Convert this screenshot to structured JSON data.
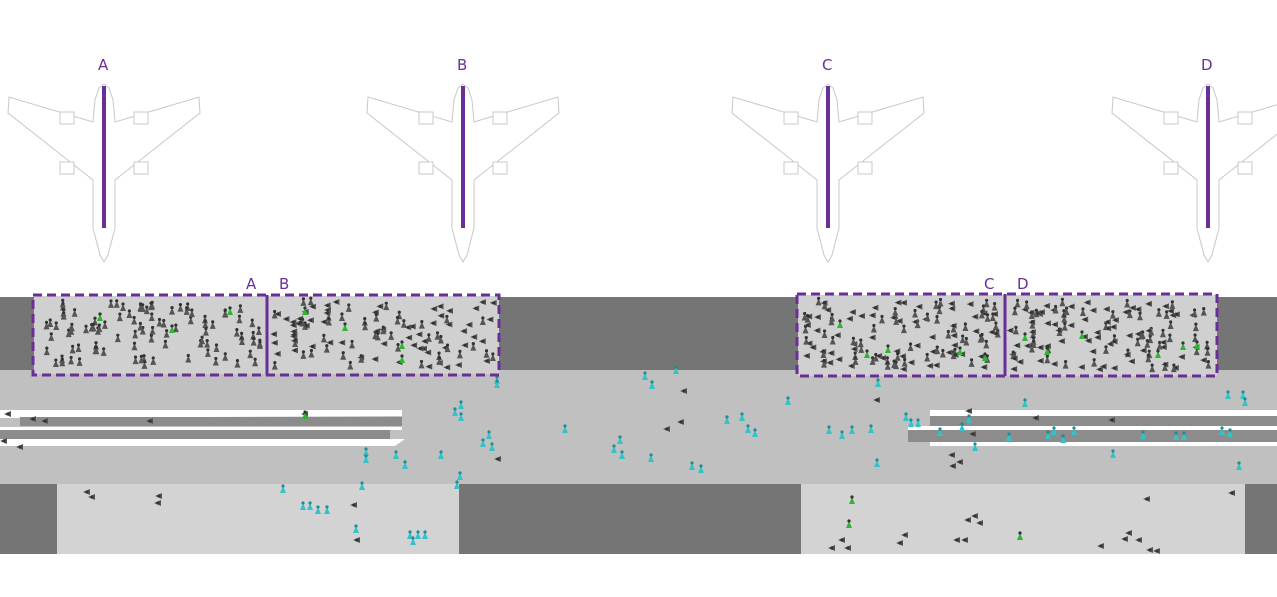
{
  "labels": {
    "plane_a": "A",
    "plane_b": "B",
    "plane_c": "C",
    "plane_d": "D",
    "zone_a": "A",
    "zone_b": "B",
    "zone_c": "C",
    "zone_d": "D"
  },
  "colors": {
    "accent": "#6a2f96",
    "dark_gray": "#757575",
    "road": "#c0c0c0",
    "light_gray": "#d3d3d3",
    "zone_fill": "#d0d0d0",
    "passenger_dark": "#555555",
    "passenger_cyan": "#33c3c9",
    "passenger_green": "#2fb52f",
    "plane_outline": "#c8c8c8"
  }
}
